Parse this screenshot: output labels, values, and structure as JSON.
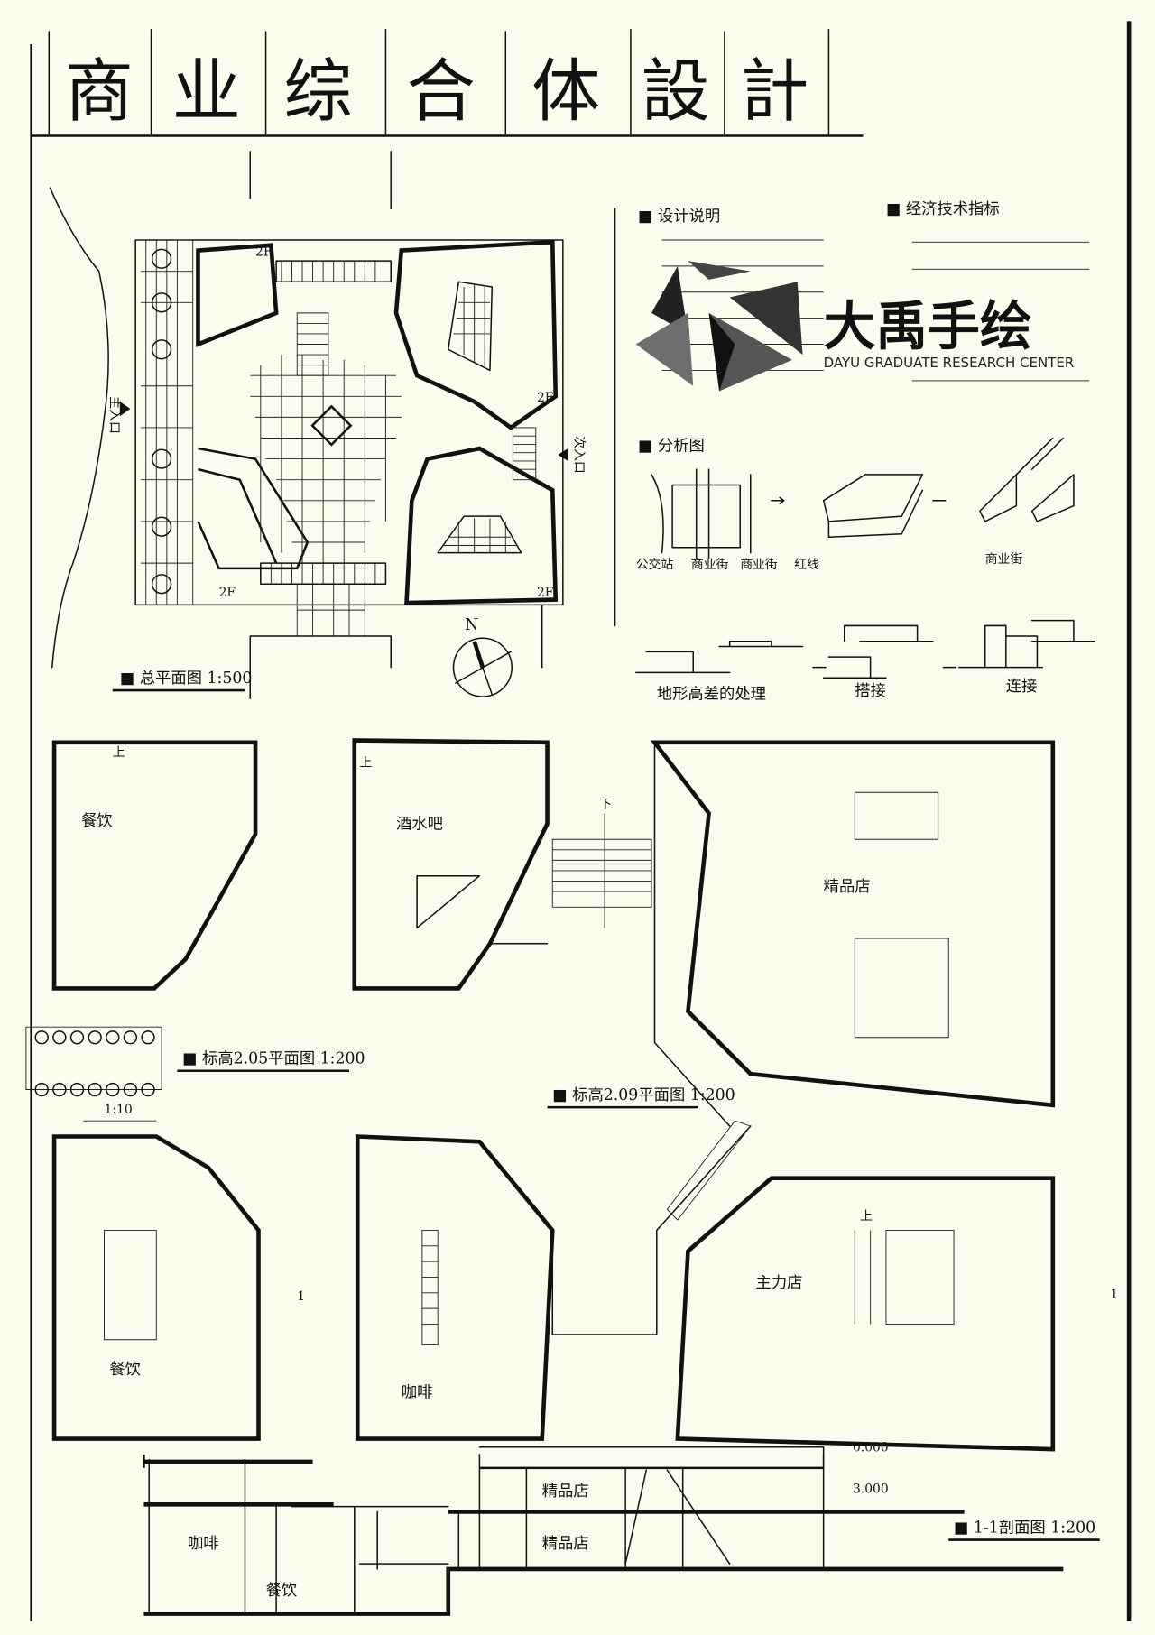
{
  "title": {
    "chars": [
      "商",
      "业",
      "综",
      "合",
      "体",
      "設",
      "計"
    ]
  },
  "site_plan": {
    "caption": "总平面图 1:500",
    "main_entrance": "主入口",
    "secondary_entrance": "次入口",
    "north": "N",
    "floor_mark": "2F"
  },
  "design_notes": {
    "heading": "设计说明"
  },
  "tech_indicators": {
    "heading": "经济技术指标"
  },
  "logo": {
    "name": "大禹手绘",
    "subtitle": "DAYU GRADUATE RESEARCH CENTER"
  },
  "analysis": {
    "heading": "分析图",
    "labels": [
      "公交站",
      "商业街",
      "商业街",
      "红线",
      "商业街"
    ],
    "terrain_labels": [
      "地形高差的处理",
      "搭接",
      "连接"
    ]
  },
  "plans": {
    "plan_a_caption": "标高2.05平面图 1:200",
    "plan_b_caption": "标高2.09平面图 1:200",
    "ramp_slope": "1:10",
    "down": "下",
    "up": "上",
    "rooms": {
      "restaurant_top": "餐饮",
      "bar": "酒水吧",
      "boutique": "精品店",
      "restaurant_bottom": "餐饮",
      "cafe": "咖啡",
      "anchor_store": "主力店"
    },
    "section_mark": "1"
  },
  "section": {
    "caption": "1-1剖面图 1:200",
    "level_0": "0.000",
    "level_3": "3.000",
    "rooms": [
      "精品店",
      "精品店",
      "咖啡",
      "餐饮"
    ]
  },
  "colors": {
    "paper": "#fbfbee",
    "ink": "#111111",
    "logo_grey": "#6e6e6e"
  }
}
